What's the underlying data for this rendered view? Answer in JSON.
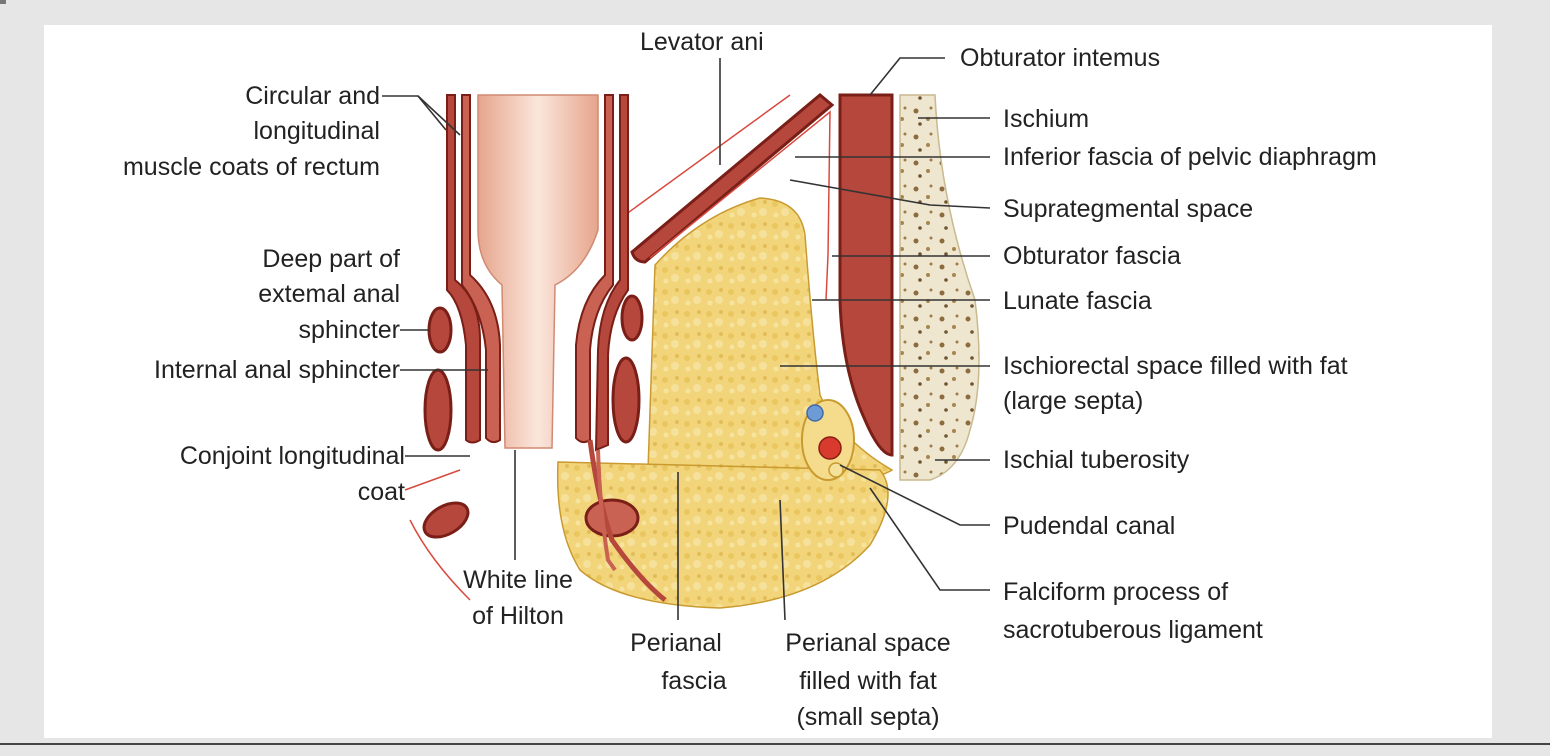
{
  "labels": {
    "levator_ani": "Levator ani",
    "obturator_internus": "Obturator intemus",
    "circular_longitudinal": [
      "Circular and",
      "longitudinal",
      "muscle coats of rectum"
    ],
    "ischium": "Ischium",
    "inferior_fascia": "Inferior fascia of pelvic diaphragm",
    "supralevator": "Suprategmental space",
    "obturator_fascia": "Obturator fascia",
    "deep_external": [
      "Deep part of",
      "extemal anal",
      "sphincter"
    ],
    "lunate_fascia": "Lunate fascia",
    "internal_sphincter": "Internal anal sphincter",
    "ischiorectal": [
      "Ischiorectal space filled with fat",
      "(large septa)"
    ],
    "conjoint": [
      "Conjoint longitudinal",
      "coat"
    ],
    "ischial_tuberosity": "Ischial tuberosity",
    "pudendal_canal": "Pudendal canal",
    "white_line": [
      "White line",
      "of Hilton"
    ],
    "falciform": [
      "Falciform process of",
      "sacrotuberous ligament"
    ],
    "perianal_fascia": [
      "Perianal",
      "fascia"
    ],
    "perianal_space": [
      "Perianal space",
      "filled with fat",
      "(small septa)"
    ]
  },
  "colors": {
    "muscle": "#b5473d",
    "muscle_dark": "#7a1f17",
    "mucosa": "#f2c9b6",
    "fat": "#f0cf6a",
    "fat_dark": "#d9aa35",
    "bone": "#efe6cf",
    "vein": "#6e9ad6",
    "artery": "#d83a2e",
    "fascia_line": "#d94a3e",
    "leader": "#333333"
  }
}
